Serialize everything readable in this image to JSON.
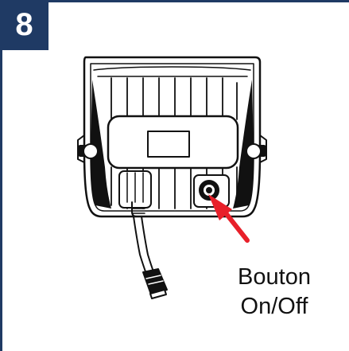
{
  "step": {
    "number": "8"
  },
  "diagram": {
    "subject": "floodlight-back-view",
    "callout": {
      "line1": "Bouton",
      "line2": "On/Off",
      "arrow_color": "#e8202a"
    }
  },
  "colors": {
    "frame": "#1f3a64",
    "badge_text": "#ffffff",
    "drawing": "#111111"
  }
}
